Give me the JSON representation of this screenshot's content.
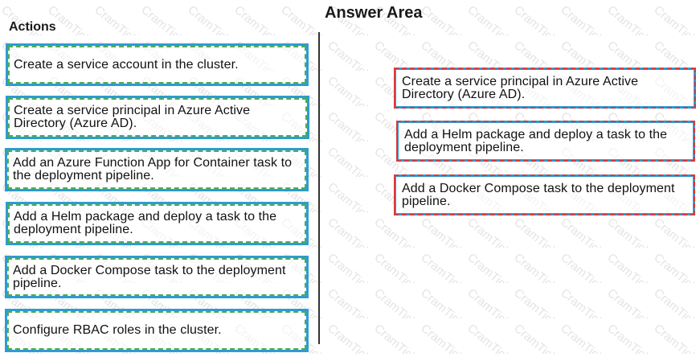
{
  "answer_area_title": "Answer Area",
  "actions_title": "Actions",
  "actions": [
    "Create a service account in the cluster.",
    "Create a service principal in Azure Active Directory (Azure AD).",
    "Add an Azure Function App for Container task to the deployment pipeline.",
    "Add a Helm package and deploy a task to the deployment pipeline.",
    "Add a Docker Compose task to the deployment pipeline.",
    "Configure RBAC roles in the cluster."
  ],
  "answers": [
    "Create a service principal in Azure Active Directory (Azure AD).",
    "Add a Helm package and deploy a task to the deployment pipeline.",
    "Add a Docker Compose task to the deployment pipeline."
  ],
  "watermark_text": "CramTick"
}
